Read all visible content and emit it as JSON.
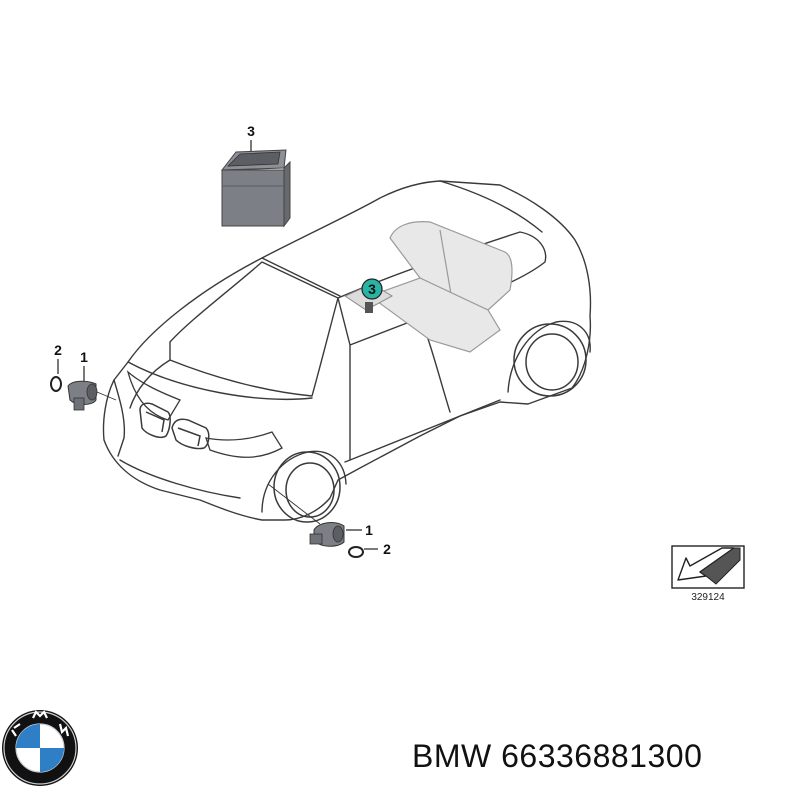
{
  "diagram": {
    "callouts": {
      "module": "3",
      "module_marker": "3",
      "sensor_front_left": "1",
      "ring_front_left": "2",
      "sensor_front_right": "1",
      "ring_front_right": "2"
    },
    "reference_number": "329124"
  },
  "brand": {
    "logo_letters": "BMW",
    "colors": {
      "blue": "#2f7fc7",
      "white": "#ffffff",
      "ring": "#111111",
      "silver": "#c9ced4"
    }
  },
  "label": {
    "brand": "BMW",
    "part_number": "66336881300"
  },
  "colors": {
    "line": "#3a3a3a",
    "module_marker": "#29b3a4",
    "part_grey": "#7c7f85"
  }
}
